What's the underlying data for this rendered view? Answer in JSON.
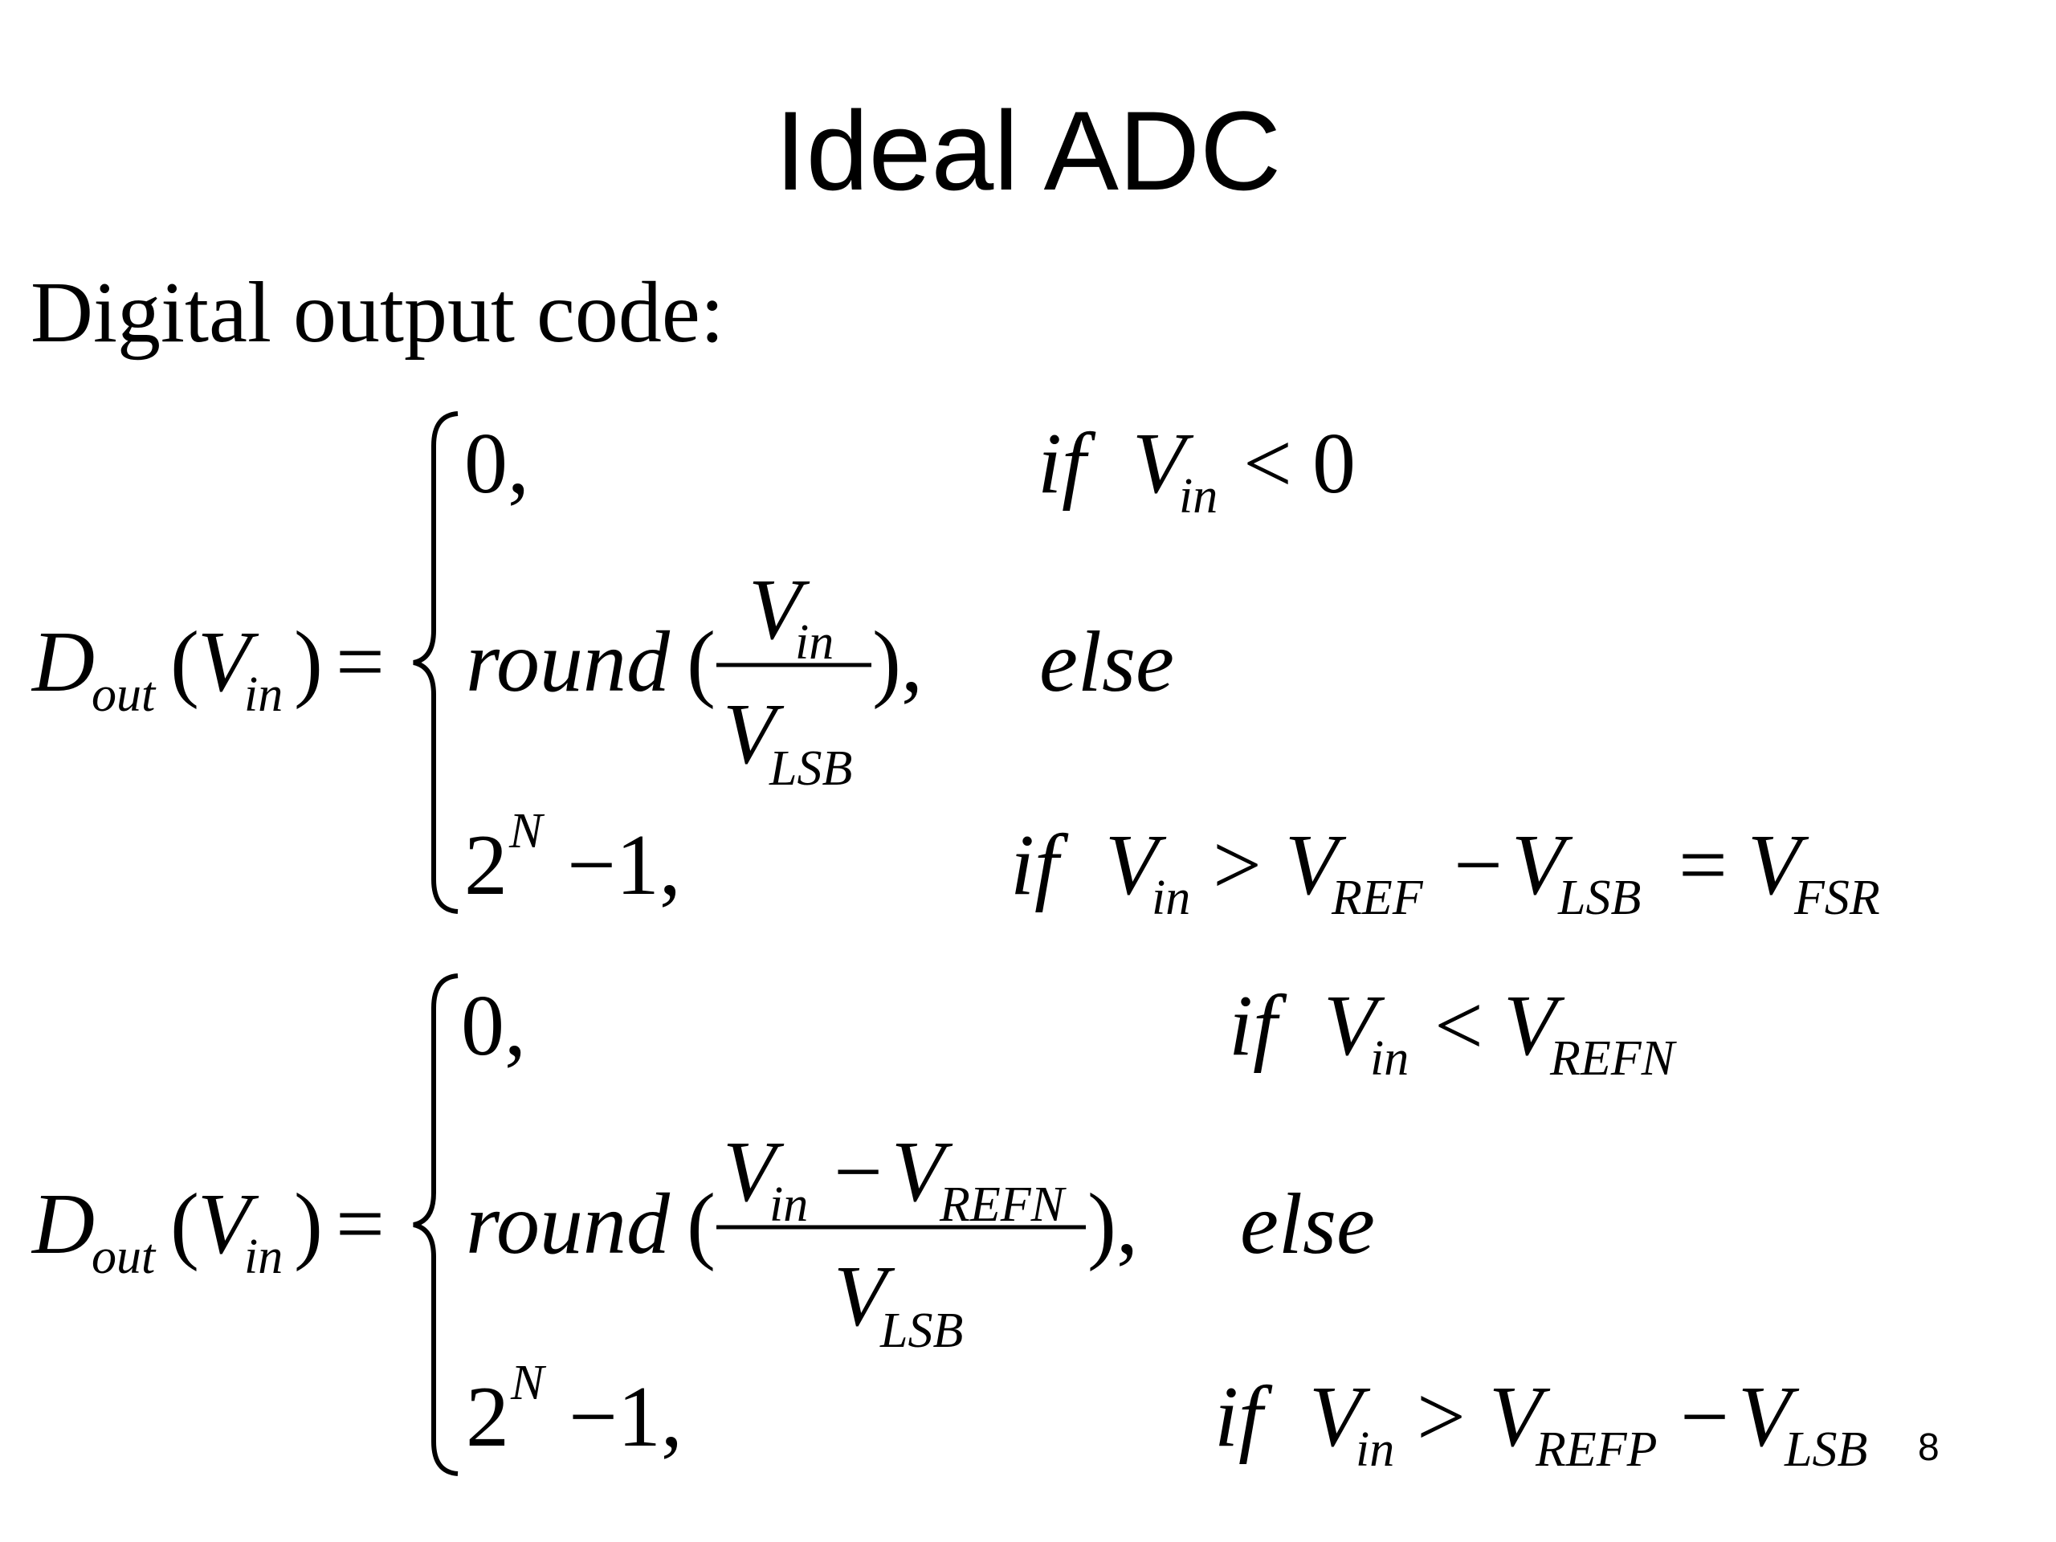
{
  "slide": {
    "title": "Ideal ADC",
    "intro": "Digital output code:",
    "page_number": "8"
  },
  "symbols": {
    "D": "D",
    "out": "out",
    "V": "V",
    "in": "in",
    "LSB": "LSB",
    "REF": "REF",
    "FSR": "FSR",
    "REFN": "REFN",
    "REFP": "REFP",
    "N": "N",
    "open_paren": "(",
    "close_paren": ")",
    "equals": "=",
    "less_than": "<",
    "greater_than": ">",
    "minus": "−",
    "round": "round",
    "if": "if",
    "else": "else",
    "zero_comma": "0,",
    "zero": "0",
    "two": "2",
    "minus_one_comma": "−1,",
    "close_paren_comma": "),"
  }
}
